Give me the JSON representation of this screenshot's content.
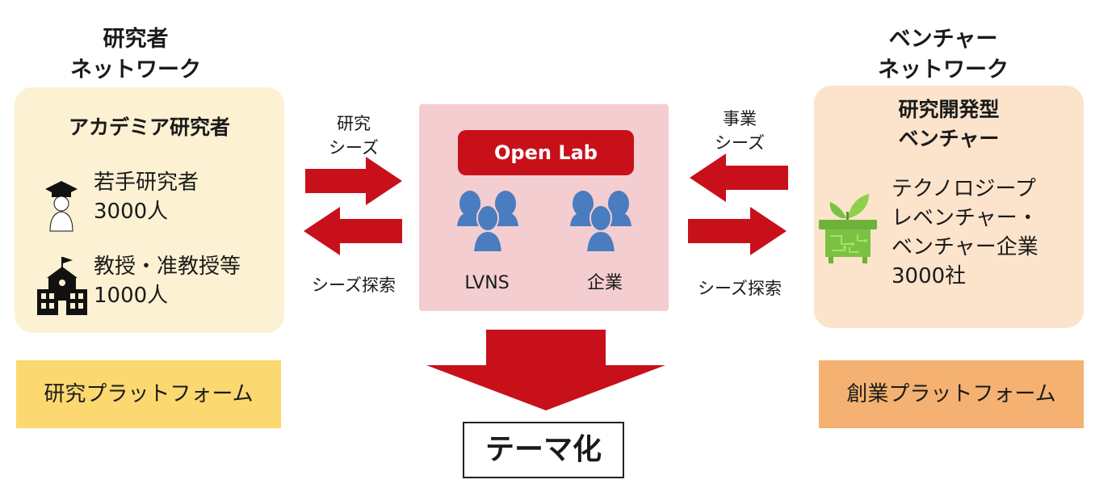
{
  "left_network": {
    "title": "研究者\nネットワーク"
  },
  "right_network": {
    "title": "ベンチャー\nネットワーク"
  },
  "left_panel": {
    "heading": "アカデミア研究者",
    "items": [
      {
        "icon": "graduate-icon",
        "text": "若手研究者\n3000人"
      },
      {
        "icon": "school-building-icon",
        "text": "教授・准教授等\n1000人"
      }
    ]
  },
  "right_panel": {
    "heading": "研究開発型\nベンチャー",
    "icon": "plant-chip-icon",
    "text": "テクノロジープ\nレベンチャー・\nベンチャー企業\n3000社"
  },
  "center_panel": {
    "title": "Open Lab",
    "groups": [
      {
        "icon": "people-group-icon",
        "label": "LVNS"
      },
      {
        "icon": "people-group-icon",
        "label": "企業"
      }
    ]
  },
  "arrows": {
    "left_top_label": "研究\nシーズ",
    "left_bottom_label": "シーズ探索",
    "right_top_label": "事業\nシーズ",
    "right_bottom_label": "シーズ探索"
  },
  "platforms": {
    "left": "研究プラットフォーム",
    "right": "創業プラットフォーム"
  },
  "result": "テーマ化",
  "colors": {
    "arrow_red": "#c8101b",
    "left_panel_bg": "#fdf1d3",
    "right_panel_bg": "#fbe3cc",
    "center_panel_bg": "#f3cdd0",
    "left_platform_bg": "#fcd870",
    "right_platform_bg": "#f4b171",
    "people_blue": "#4a7cc0",
    "plant_green": "#7cc242"
  }
}
